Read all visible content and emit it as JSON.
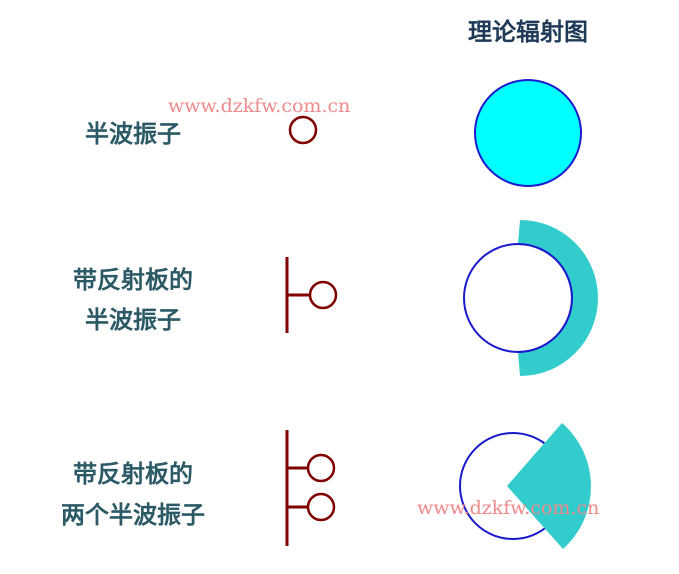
{
  "header": {
    "title": "理论辐射图"
  },
  "rows": [
    {
      "label_lines": [
        "半波振子"
      ]
    },
    {
      "label_lines": [
        "带反射板的",
        "半波振子"
      ]
    },
    {
      "label_lines": [
        "带反射板的",
        "两个半波振子"
      ]
    }
  ],
  "watermark": "www.dzkfw.com.cn",
  "colors": {
    "pattern_fill": "#00ffff",
    "pattern_fill_directional": "#33cccc",
    "pattern_outline": "#1a1acc",
    "dipole_color": "#800000",
    "label_color": "#2b5a66"
  }
}
